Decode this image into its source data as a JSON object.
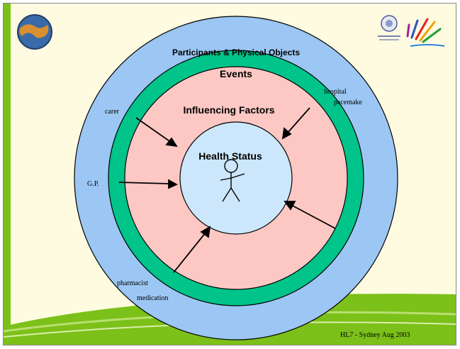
{
  "rings": {
    "outer": {
      "label": "Participants & Physical Objects",
      "color": "#9cc6f3"
    },
    "events": {
      "label": "Events",
      "color": "#00c48a"
    },
    "factors": {
      "label": "Influencing Factors",
      "color": "#fdc8c4"
    },
    "core": {
      "label": "Health Status",
      "color": "#cce7fb"
    }
  },
  "annotations": {
    "carer": "carer",
    "gp": "G.P.",
    "hospital": "hospital",
    "pacemaker": "pacemake",
    "pharmacist": "pharmacist",
    "medication": "medication"
  },
  "footer": "HL7 -  Sydney Aug 2003",
  "icons": [
    "globe-logo-icon",
    "government-crest-icon",
    "colorful-brand-logo-icon",
    "stick-figure-icon"
  ]
}
